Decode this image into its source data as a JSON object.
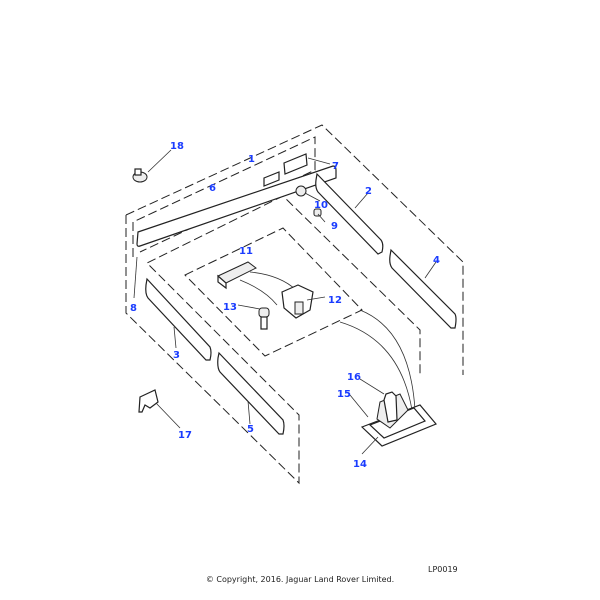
{
  "diagram": {
    "callouts": [
      {
        "id": "1",
        "label": "1"
      },
      {
        "id": "2",
        "label": "2"
      },
      {
        "id": "3",
        "label": "3"
      },
      {
        "id": "4",
        "label": "4"
      },
      {
        "id": "5",
        "label": "5"
      },
      {
        "id": "6",
        "label": "6"
      },
      {
        "id": "7",
        "label": "7"
      },
      {
        "id": "8",
        "label": "8"
      },
      {
        "id": "9",
        "label": "9"
      },
      {
        "id": "10",
        "label": "10"
      },
      {
        "id": "11",
        "label": "11"
      },
      {
        "id": "12",
        "label": "12"
      },
      {
        "id": "13",
        "label": "13"
      },
      {
        "id": "14",
        "label": "14"
      },
      {
        "id": "15",
        "label": "15"
      },
      {
        "id": "16",
        "label": "16"
      },
      {
        "id": "17",
        "label": "17"
      },
      {
        "id": "18",
        "label": "18"
      }
    ],
    "callout_color": "#1a3cff"
  },
  "footer": {
    "reference": "LP0019",
    "copyright": "© Copyright, 2016. Jaguar Land Rover Limited."
  }
}
